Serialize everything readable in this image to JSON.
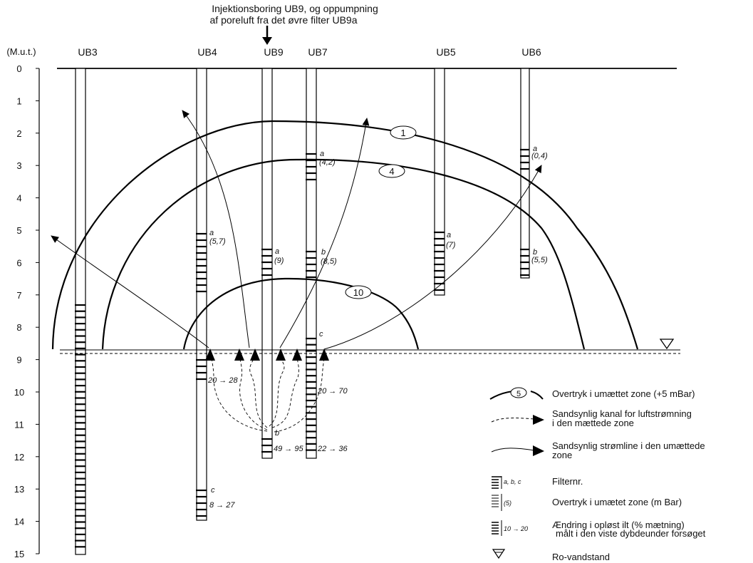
{
  "header": {
    "line1": "Injektionsboring UB9, og oppumpning",
    "line2": "af poreluft fra det øvre filter UB9a"
  },
  "axis": {
    "unit": "(M.u.t.)",
    "ticks": [
      "0",
      "1",
      "2",
      "3",
      "4",
      "5",
      "6",
      "7",
      "8",
      "9",
      "10",
      "11",
      "12",
      "13",
      "14",
      "15"
    ]
  },
  "wells": {
    "ub3": "UB3",
    "ub4": "UB4",
    "ub9": "UB9",
    "ub7": "UB7",
    "ub5": "UB5",
    "ub6": "UB6"
  },
  "contours": [
    "1",
    "4",
    "10"
  ],
  "filter_labels": {
    "ub4_a": "a",
    "ub4_a_p": "(5,7)",
    "ub4_c": "c",
    "ub4_c_change": "8 → 27",
    "ub4_change": "20 → 28",
    "ub9_a": "a",
    "ub9_a_p": "(9)",
    "ub9_b": "b",
    "ub9_b_change": "49 → 95",
    "ub7_a": "a",
    "ub7_a_p": "(4,2)",
    "ub7_b": "b",
    "ub7_b_p": "(8,5)",
    "ub7_c": "c",
    "ub7_c_change1": "20 → 70",
    "ub7_c_change2": "22 → 36",
    "ub5_a": "a",
    "ub5_a_p": "(7)",
    "ub6_a": "a",
    "ub6_a_p": "(0,4)",
    "ub6_b": "b",
    "ub6_b_p": "(5,5)"
  },
  "legend": {
    "contour_sym": "5",
    "contour": "Overtryk i umættet zone (+5  mBar)",
    "dashed_l1": "Sandsynlig kanal for luftstrømning",
    "dashed_l2": "i den mættede zone",
    "solid_l1": "Sandsynlig strømline i den umættede",
    "solid_l2": "zone",
    "filter_sym": "a, b, c",
    "filter": "Filternr.",
    "pressure_sym": "(5)",
    "pressure": "Overtryk i umætet zone (m Bar)",
    "oxygen_sym": "10 → 20",
    "oxygen_l1": "Ændring i opløst ilt (% mætning)",
    "oxygen_l2": "målt i den viste dybdeunder forsøget",
    "water": "Ro-vandstand"
  }
}
